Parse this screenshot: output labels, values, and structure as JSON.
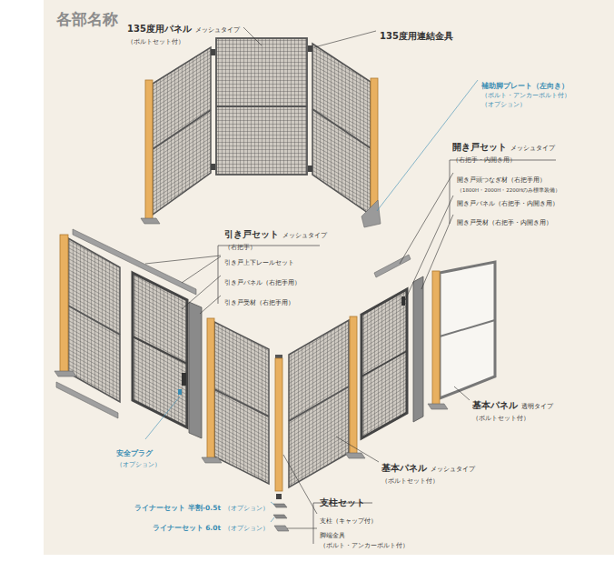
{
  "diagram": {
    "title": "各部名称",
    "labels": [
      "135度用パネル",
      "メッシュタイプ",
      "（ボルトセット付）",
      "135度用連結金具",
      "補助脚プレート（左向き）",
      "（ボルト・アンカーボルト付）",
      "（オプション）",
      "開き戸セット",
      "メッシュタイプ",
      "（右把手・内開き用）",
      "開き戸頭つなぎ材（右把手用）",
      "（1800H・2000H・2200Hのみ標準装備）",
      "開き戸パネル（右把手・内開き用）",
      "開き戸受材（右把手・内開き用）",
      "引き戸セット",
      "メッシュタイプ",
      "（右把手）",
      "引き戸上下レールセット",
      "引き戸パネル（右把手用）",
      "引き戸受材（右把手用）",
      "安全プラグ",
      "（オプション）",
      "基本パネル",
      "透明タイプ",
      "（ボルトセット付）",
      "基本パネル",
      "メッシュタイプ",
      "（ボルトセット付）",
      "支柱セット",
      "支柱（キャップ付）",
      "脚端金具",
      "（ボルト・アンカーボルト付）",
      "ライナーセット 半割-0.5t",
      "（オプション）",
      "ライナーセット 6.0t",
      "（オプション）"
    ]
  }
}
